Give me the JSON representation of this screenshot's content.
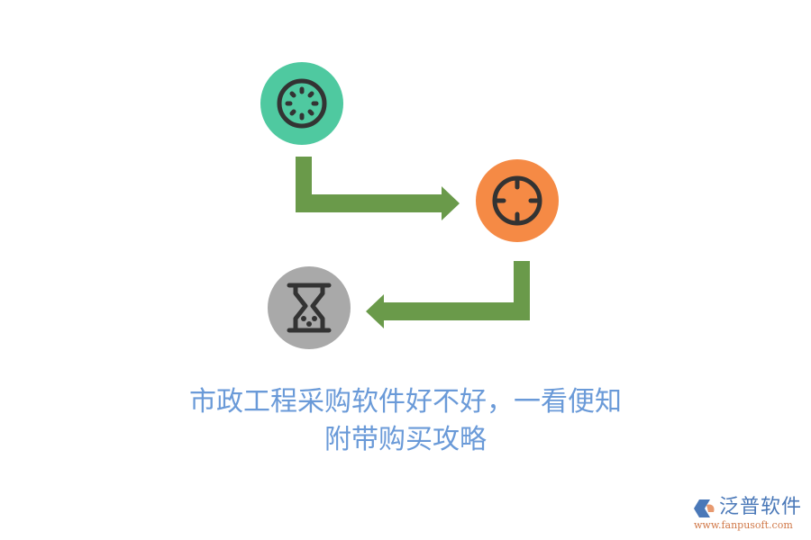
{
  "diagram": {
    "nodes": [
      {
        "id": "node-1",
        "icon": "loading-spinner-icon",
        "color": "#4fc9a0"
      },
      {
        "id": "node-2",
        "icon": "crosshair-target-icon",
        "color": "#f58a45"
      },
      {
        "id": "node-3",
        "icon": "hourglass-icon",
        "color": "#a9a9a9"
      }
    ],
    "arrows": [
      {
        "from": "node-1",
        "to": "node-2",
        "direction": "down-then-right",
        "color": "#6a9a4a"
      },
      {
        "from": "node-2",
        "to": "node-3",
        "direction": "down-then-left",
        "color": "#6a9a4a"
      }
    ],
    "icon_stroke_color": "#333333"
  },
  "title": {
    "line1": "市政工程采购软件好不好，一看便知",
    "line2": "附带购买攻略",
    "color": "#6a9ad8"
  },
  "logo": {
    "name": "泛普软件",
    "url": "www.fanpusoft.com",
    "name_color": "#4a78b8",
    "url_color": "#d07848"
  }
}
